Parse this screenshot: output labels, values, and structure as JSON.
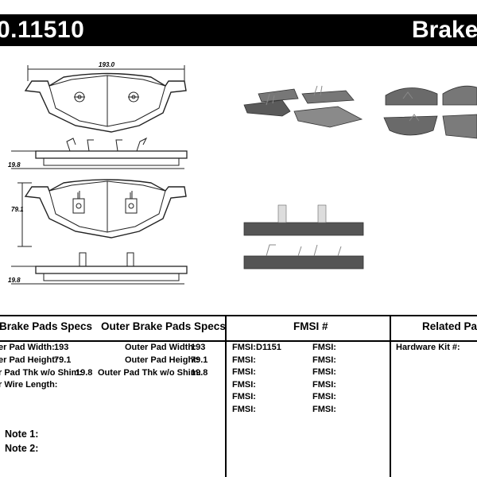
{
  "header": {
    "part_number": "0.11510",
    "title": "Brake P"
  },
  "drawing": {
    "width_dim": "193.0",
    "thickness_dim_1": "19.8",
    "height_dim": "79.1",
    "thickness_dim_2": "19.8"
  },
  "inner": {
    "heading": "Brake Pads Specs",
    "rows": [
      {
        "label": "er Pad Width:",
        "value": "193"
      },
      {
        "label": "er Pad Height:",
        "value": "79.1"
      },
      {
        "label": "r Pad Thk w/o Shim:",
        "value": "19.8"
      },
      {
        "label": "r Wire Length:",
        "value": ""
      }
    ]
  },
  "outer": {
    "heading": "Outer Brake Pads Specs",
    "rows": [
      {
        "label": "Outer Pad Width:",
        "value": "193"
      },
      {
        "label": "Outer Pad Height:",
        "value": "79.1"
      },
      {
        "label": "Outer Pad Thk w/o Shim:",
        "value": "19.8"
      }
    ]
  },
  "fmsi": {
    "heading": "FMSI #",
    "label": "FMSI:",
    "col1": [
      "D1151",
      "",
      "",
      "",
      "",
      ""
    ],
    "col2": [
      "",
      "",
      "",
      "",
      "",
      ""
    ]
  },
  "related": {
    "heading": "Related Par",
    "hardware_label": "Hardware Kit #:",
    "hardware_value": ""
  },
  "notes": [
    {
      "label": "Note 1:",
      "value": ""
    },
    {
      "label": "Note 2:",
      "value": ""
    }
  ]
}
